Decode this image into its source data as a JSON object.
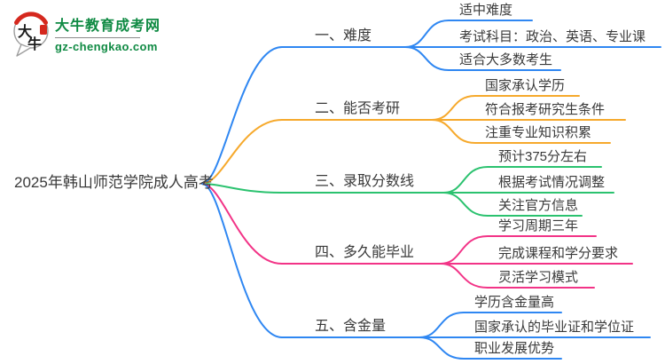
{
  "logo": {
    "icon_char_top": "大",
    "icon_char_bottom": "牛",
    "site_name": "大牛教育成考网",
    "site_url": "gz-chengkao.com",
    "brand_green": "#0f8a43",
    "brand_red": "#d5281e"
  },
  "mindmap": {
    "root": "2025年韩山师范学院成人高考",
    "branches": [
      {
        "label": "一、难度",
        "color": "#2f87f2",
        "children": [
          "适中难度",
          "考试科目：政治、英语、专业课",
          "适合大多数考生"
        ]
      },
      {
        "label": "二、能否考研",
        "color": "#f6a92c",
        "children": [
          "国家承认学历",
          "符合报考研究生条件",
          "注重专业知识积累"
        ]
      },
      {
        "label": "三、录取分数线",
        "color": "#2bc26f",
        "children": [
          "预计375分左右",
          "根据考试情况调整",
          "关注官方信息"
        ]
      },
      {
        "label": "四、多久能毕业",
        "color": "#f23487",
        "children": [
          "学习周期三年",
          "完成课程和学分要求",
          "灵活学习模式"
        ]
      },
      {
        "label": "五、含金量",
        "color": "#2f87f2",
        "children": [
          "学历含金量高",
          "国家承认的毕业证和学位证",
          "职业发展优势"
        ]
      }
    ]
  }
}
